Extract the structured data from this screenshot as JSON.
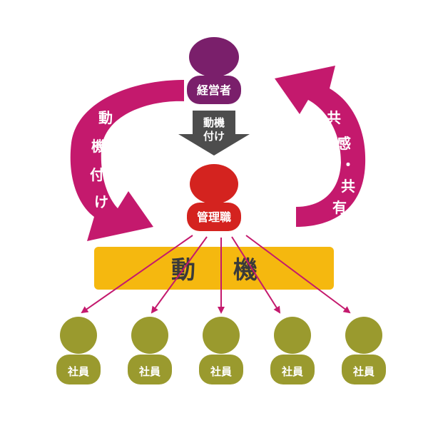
{
  "colors": {
    "executive": "#7a1f6b",
    "manager": "#d4231f",
    "employee": "#9a9a2e",
    "curve_arrow": "#c4196d",
    "band": "#f5b80f",
    "down_arrow": "#4d4d4d",
    "line_arrow": "#c4196d"
  },
  "icons": {
    "person": "person-icon",
    "curve_arrow": "curved-arrow-icon",
    "down_arrow": "down-arrow-icon"
  },
  "executive": {
    "label": "経営者"
  },
  "down_arrow": {
    "line1": "動機",
    "line2": "付け"
  },
  "manager": {
    "label": "管理職"
  },
  "left_curve": {
    "chars": [
      "動",
      "機",
      "付",
      "け"
    ]
  },
  "right_curve": {
    "chars": [
      "共",
      "感",
      "・",
      "共",
      "有"
    ]
  },
  "band": {
    "char1": "動",
    "char2": "機"
  },
  "employees": [
    {
      "label": "社員"
    },
    {
      "label": "社員"
    },
    {
      "label": "社員"
    },
    {
      "label": "社員"
    },
    {
      "label": "社員"
    }
  ]
}
